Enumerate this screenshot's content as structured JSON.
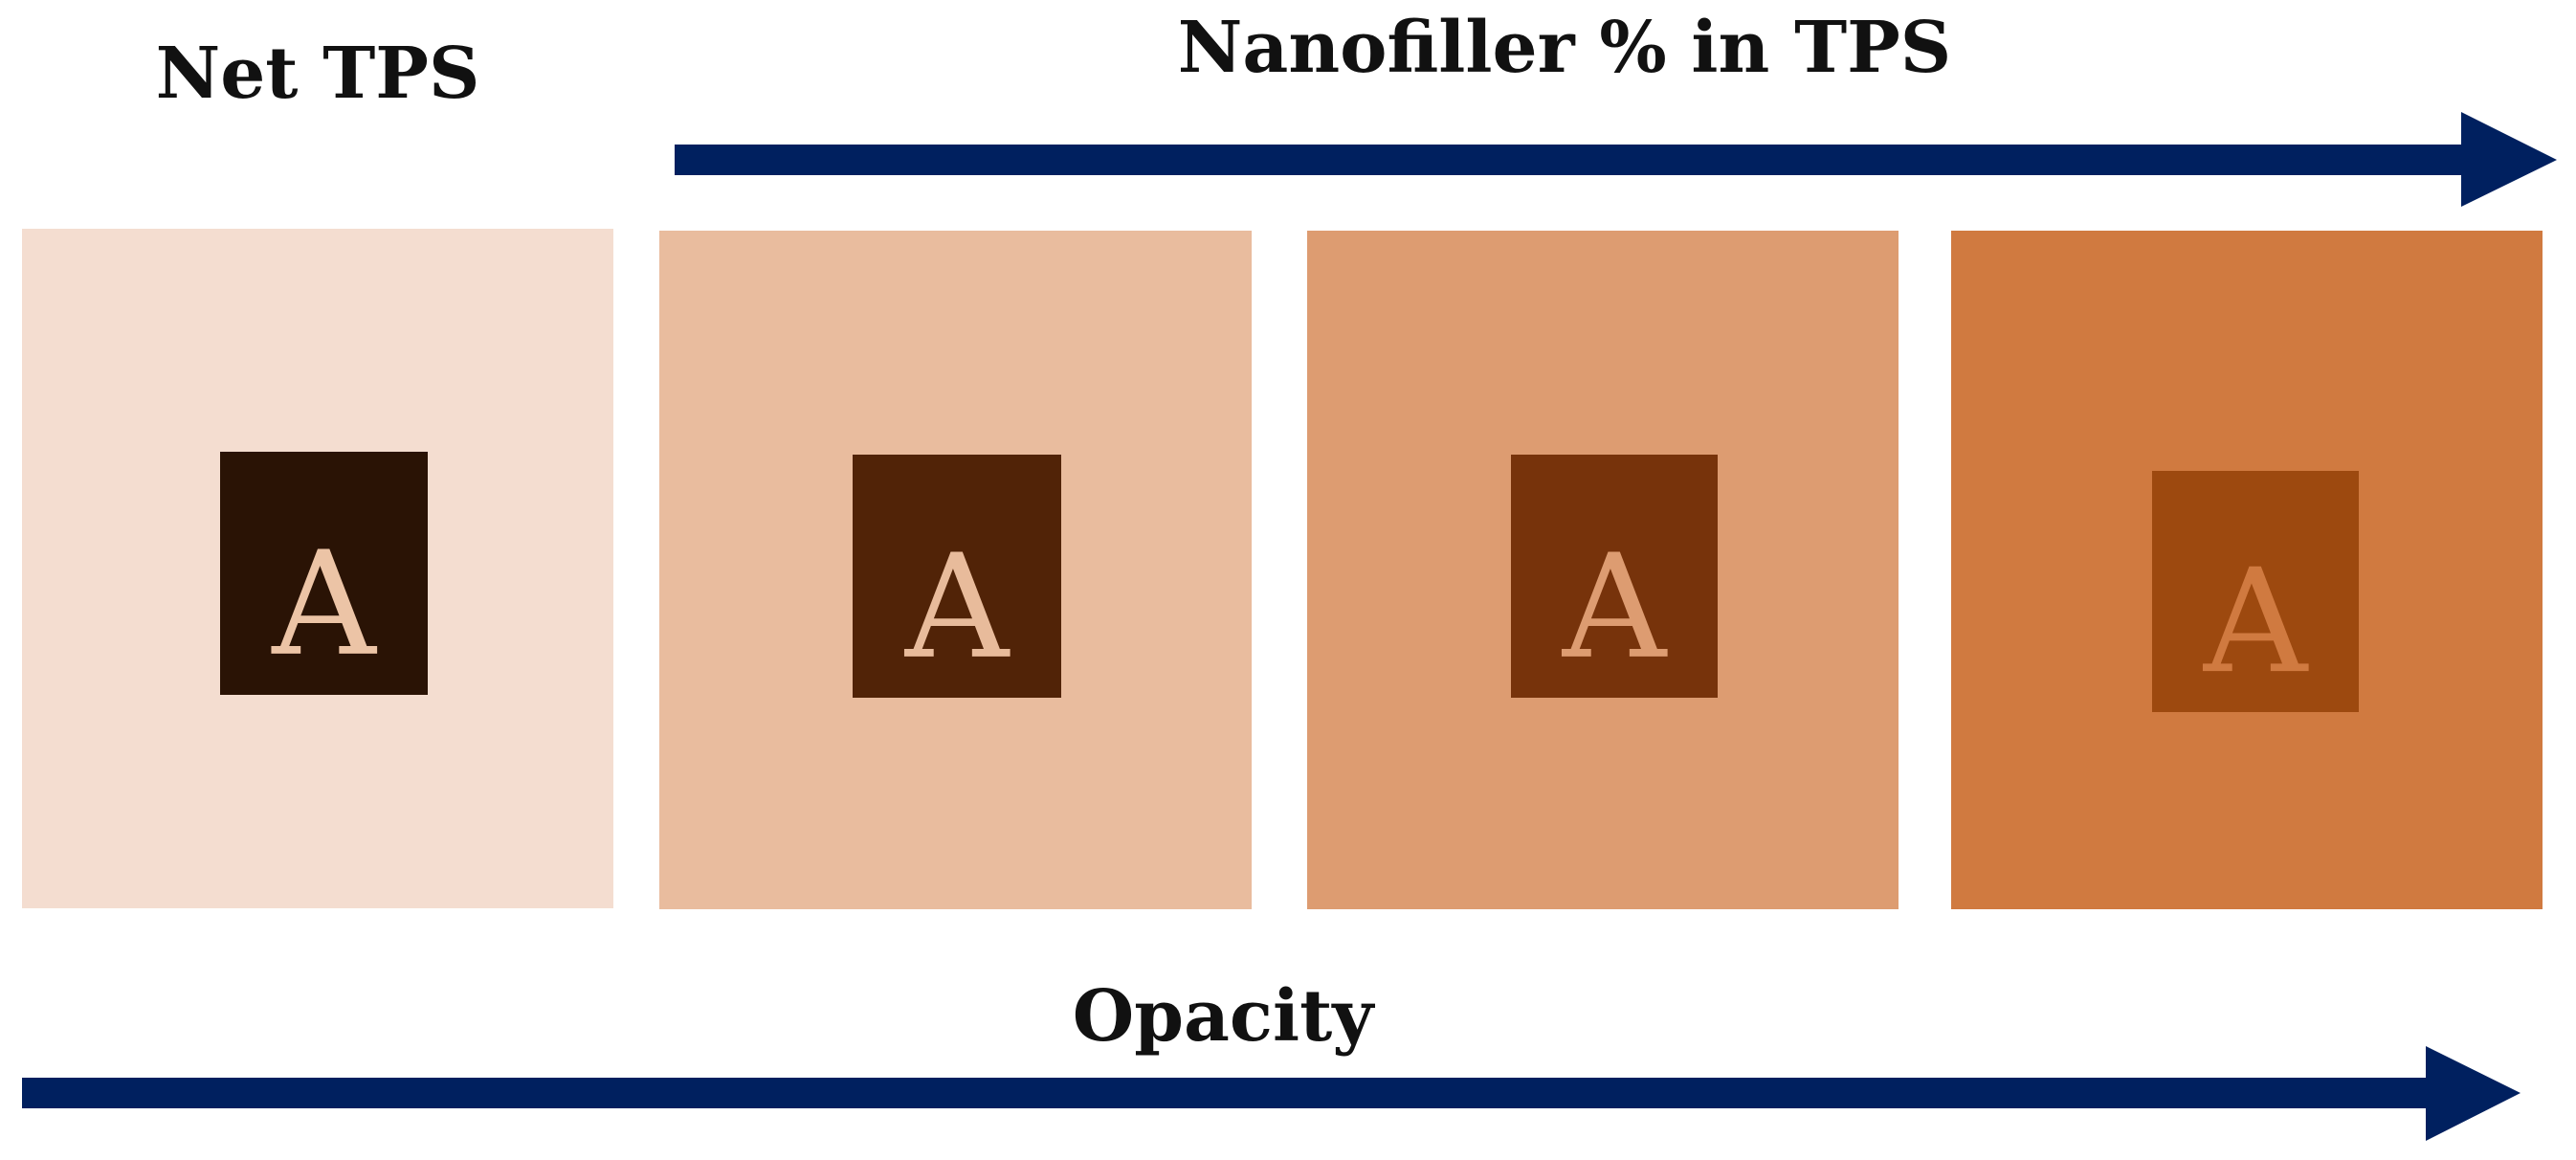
{
  "labels": {
    "net_tps": "Net TPS",
    "nanofiller": "Nanofiller % in TPS",
    "opacity": "Opacity"
  },
  "arrow_color": "#00205f",
  "samples": [
    {
      "panel_color": "#f4ddd0",
      "box_color": "#2a1305",
      "letter": "A",
      "letter_color": "#ecc4a6"
    },
    {
      "panel_color": "#e9bc9e",
      "box_color": "#512307",
      "letter": "A",
      "letter_color": "#e8bb9b"
    },
    {
      "panel_color": "#dd9c71",
      "box_color": "#77330b",
      "letter": "A",
      "letter_color": "#dd9c71"
    },
    {
      "panel_color": "#d07a40",
      "box_color": "#9d490f",
      "letter": "A",
      "letter_color": "#d07a40"
    }
  ]
}
